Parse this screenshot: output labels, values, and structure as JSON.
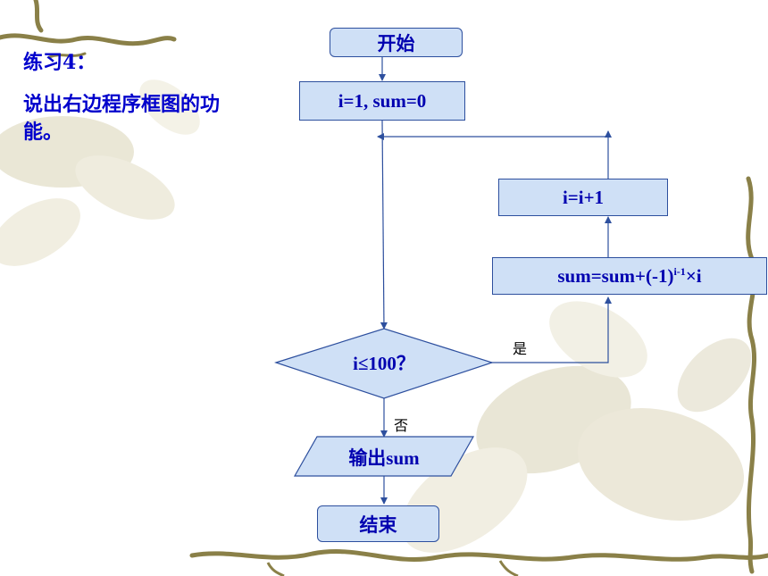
{
  "slide": {
    "title": "练习4：",
    "question": "说出右边程序框图的功能。"
  },
  "flowchart": {
    "start": "开始",
    "init": "i=1, sum=0",
    "increment": "i=i+1",
    "update_prefix": "sum=sum+(-1)",
    "update_exponent": "i-1",
    "update_suffix": "×i",
    "condition": "i≤100？",
    "yes_label": "是",
    "no_label": "否",
    "output": "输出sum",
    "end": "结束"
  },
  "colors": {
    "box_fill": "#cfe0f6",
    "box_border": "#2d4f9e",
    "text_blue": "#0000b0",
    "title_blue": "#0000cc",
    "arrow": "#2d4f9e"
  }
}
